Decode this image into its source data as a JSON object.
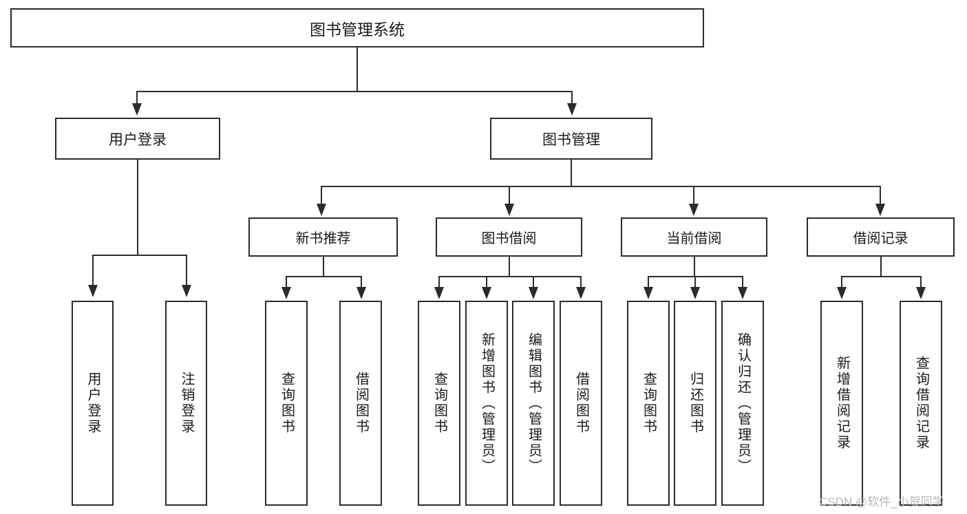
{
  "diagram": {
    "title": "图书管理系统",
    "type": "tree",
    "background_color": "#ffffff",
    "line_color": "#2b2b2b",
    "text_color": "#1a1a1a"
  },
  "root": {
    "label": "图书管理系统"
  },
  "level1": [
    {
      "label": "用户登录"
    },
    {
      "label": "图书管理"
    }
  ],
  "level2": [
    {
      "label": "新书推荐"
    },
    {
      "label": "图书借阅"
    },
    {
      "label": "当前借阅"
    },
    {
      "label": "借阅记录"
    }
  ],
  "leaves": {
    "user_login": [
      {
        "label": "用户登录"
      },
      {
        "label": "注销登录"
      }
    ],
    "new_book_recommend": [
      {
        "label": "查询图书"
      },
      {
        "label": "借阅图书"
      }
    ],
    "book_borrow": [
      {
        "label": "查询图书"
      },
      {
        "label": "新增图书（管理员）"
      },
      {
        "label": "编辑图书（管理员）"
      },
      {
        "label": "借阅图书"
      }
    ],
    "current_borrow": [
      {
        "label": "查询图书"
      },
      {
        "label": "归还图书"
      },
      {
        "label": "确认归还（管理员）"
      }
    ],
    "borrow_record": [
      {
        "label": "新增借阅记录"
      },
      {
        "label": "查询借阅记录"
      }
    ]
  },
  "watermark": {
    "text": "CSDN @软件_小贺同学",
    "color": "#b8b8b8"
  }
}
